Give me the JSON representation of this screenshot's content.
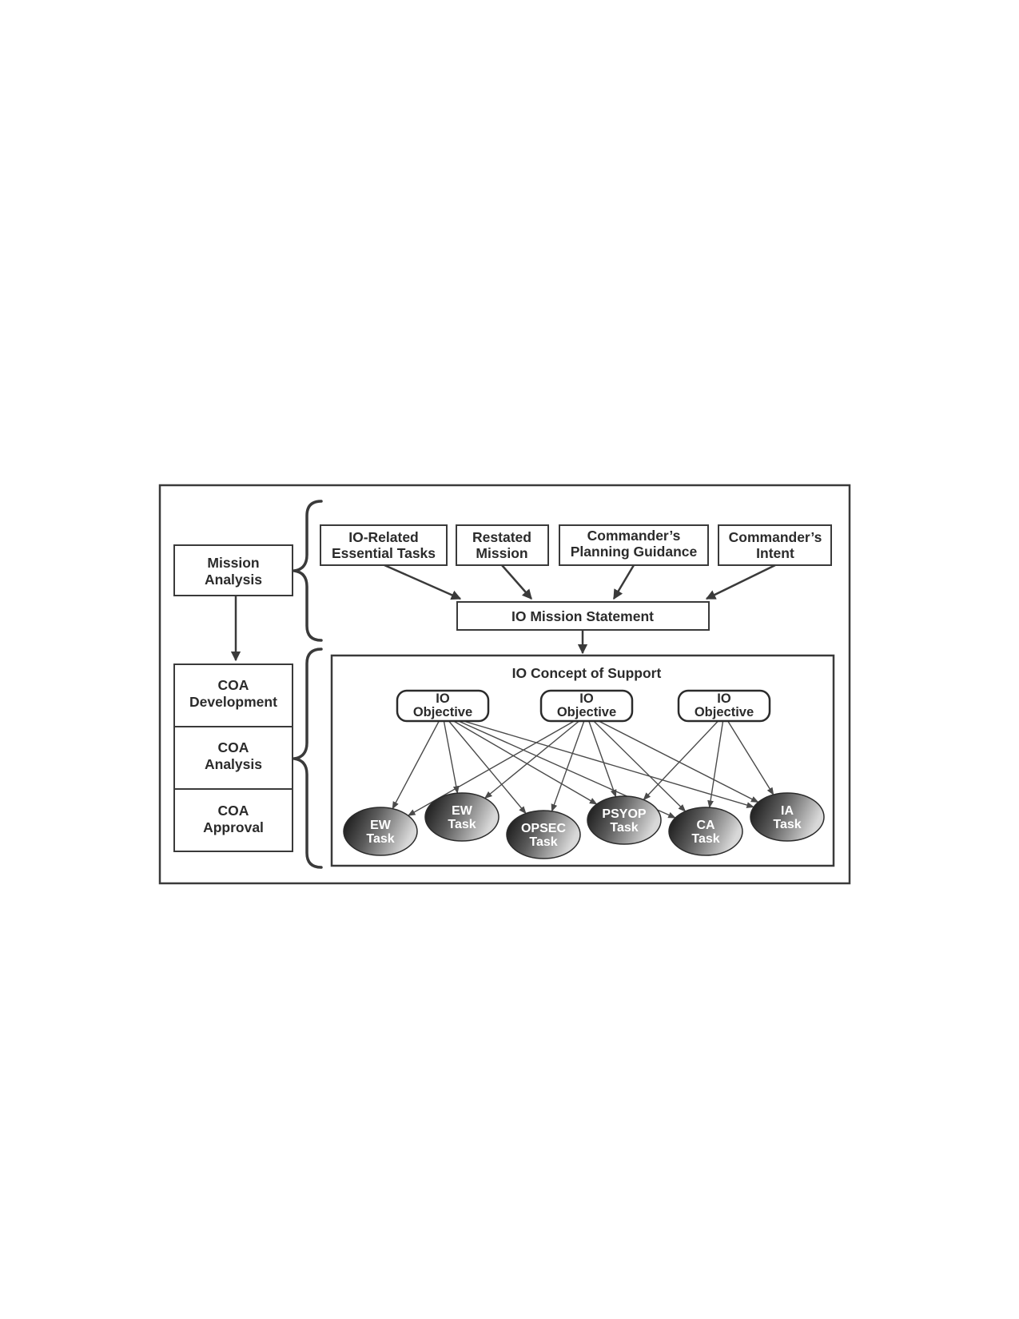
{
  "diagram": {
    "left_column": {
      "mission_analysis": [
        "Mission",
        "Analysis"
      ],
      "coa_development": [
        "COA",
        "Development"
      ],
      "coa_analysis": [
        "COA",
        "Analysis"
      ],
      "coa_approval": [
        "COA",
        "Approval"
      ]
    },
    "inputs": [
      {
        "id": "io-related-essential-tasks",
        "lines": [
          "IO-Related",
          "Essential Tasks"
        ]
      },
      {
        "id": "restated-mission",
        "lines": [
          "Restated",
          "Mission"
        ]
      },
      {
        "id": "commanders-planning-guidance",
        "lines": [
          "Commander’s",
          "Planning Guidance"
        ]
      },
      {
        "id": "commanders-intent",
        "lines": [
          "Commander’s",
          "Intent"
        ]
      }
    ],
    "mission_statement": "IO Mission Statement",
    "concept_of_support": "IO Concept of Support",
    "objectives": [
      {
        "lines": [
          "IO",
          "Objective"
        ]
      },
      {
        "lines": [
          "IO",
          "Objective"
        ]
      },
      {
        "lines": [
          "IO",
          "Objective"
        ]
      }
    ],
    "tasks": [
      {
        "lines": [
          "EW",
          "Task"
        ]
      },
      {
        "lines": [
          "EW",
          "Task"
        ]
      },
      {
        "lines": [
          "OPSEC",
          "Task"
        ]
      },
      {
        "lines": [
          "PSYOP",
          "Task"
        ]
      },
      {
        "lines": [
          "CA",
          "Task"
        ]
      },
      {
        "lines": [
          "IA",
          "Task"
        ]
      }
    ],
    "links": [
      [
        0,
        0
      ],
      [
        0,
        1
      ],
      [
        0,
        2
      ],
      [
        0,
        3
      ],
      [
        0,
        4
      ],
      [
        0,
        5
      ],
      [
        1,
        0
      ],
      [
        1,
        1
      ],
      [
        1,
        2
      ],
      [
        1,
        3
      ],
      [
        1,
        4
      ],
      [
        1,
        5
      ],
      [
        2,
        3
      ],
      [
        2,
        4
      ],
      [
        2,
        5
      ]
    ]
  }
}
